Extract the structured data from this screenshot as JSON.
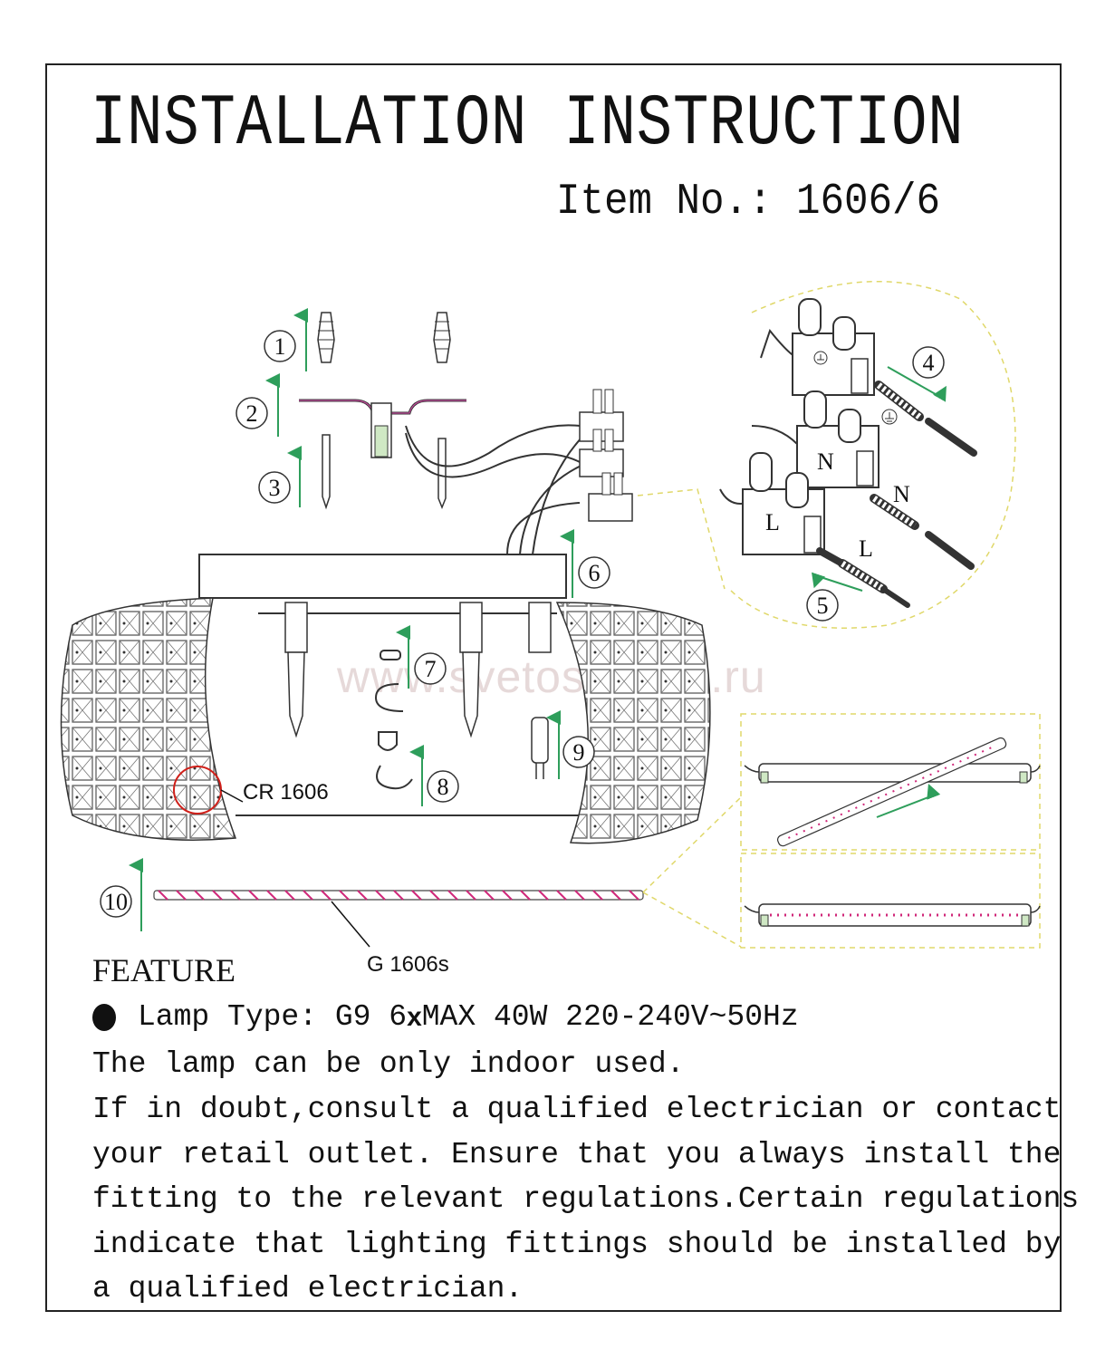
{
  "header": {
    "title": "INSTALLATION INSTRUCTION",
    "item_no": "Item No.: 1606/6"
  },
  "steps": [
    "1",
    "2",
    "3",
    "4",
    "5",
    "6",
    "7",
    "8",
    "9",
    "10"
  ],
  "wiring": {
    "earth_symbol": "earth-icon",
    "neutral_label": "N",
    "live_label": "L"
  },
  "part_labels": {
    "crystal": "CR 1606",
    "glass_rod": "G 1606s"
  },
  "watermark": "www.svetoss.com.ru",
  "feature": {
    "title": "FEATURE",
    "lamp_type_prefix": "Lamp Type: G9  6",
    "times": "x",
    "lamp_type_suffix": "MAX 40W  220-240V~50Hz",
    "lines": [
      "The lamp can be only indoor used.",
      "If in doubt,consult a qualified electrician or contact",
      "your retail outlet. Ensure that you always install the",
      "fitting to the relevant regulations.Certain regulations",
      "indicate that lighting fittings should be installed by",
      "a qualified electrician."
    ]
  },
  "colors": {
    "arrow": "#2e9e5b",
    "highlight_circle": "#d0201a",
    "rod": "#d0287a",
    "zoom_dash": "#e0d86a"
  }
}
